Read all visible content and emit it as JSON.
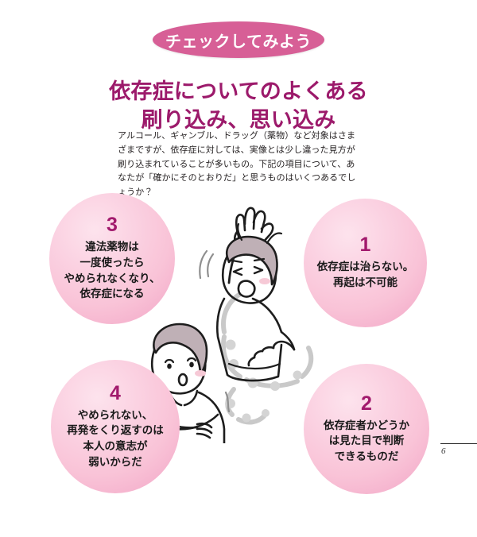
{
  "page": {
    "background_color": "#ffffff",
    "folio_number": "6"
  },
  "badge": {
    "label": "チェックしてみよう",
    "fill_color": "#d75f96",
    "text_color": "#ffffff"
  },
  "title": {
    "color": "#9c1a6b",
    "line1": "依存症についてのよくある",
    "line2": "刷り込み、思い込み"
  },
  "lead": {
    "text": "アルコール、ギャンブル、ドラッグ（薬物）など対象はさまざまですが、依存症に対しては、実像とは少し違った見方が刷り込まれていることが多いもの。下記の項目について、あなたが「確かにそのとおりだ」と思うものはいくつあるでしょうか？"
  },
  "bubbles": {
    "fill_light": "#fde3ed",
    "fill_deep": "#f0a2c2",
    "number_color": "#a21a6d",
    "items": [
      {
        "number": "3",
        "lines": [
          "違法薬物は",
          "一度使ったら",
          "やめられなくなり、",
          "依存症になる"
        ]
      },
      {
        "number": "1",
        "lines": [
          "依存症は治らない。",
          "再起は不可能"
        ]
      },
      {
        "number": "4",
        "lines": [
          "やめられない、",
          "再発をくり返すのは",
          "本人の意志が",
          "弱いからだ"
        ]
      },
      {
        "number": "2",
        "lines": [
          "依存症者かどうか",
          "は見た目で判断",
          "できるものだ"
        ]
      }
    ]
  },
  "illustration": {
    "description": "手描き風イラスト：頭を抱えて叫ぶ人物と、腕を組んでうつむく人物、思考の吹き出し"
  }
}
